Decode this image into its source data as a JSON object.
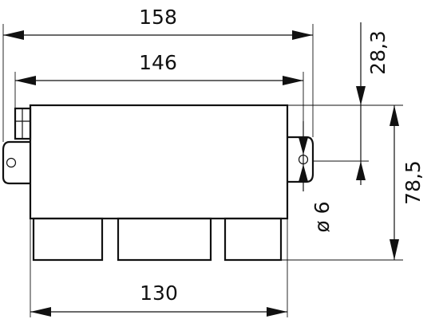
{
  "dimensions": {
    "overall_width": "158",
    "body_width": "146",
    "connector_span": "130",
    "hole_offset": "28,3",
    "overall_height": "78,5",
    "hole_diameter": "ø 6"
  },
  "colors": {
    "line": "#111111",
    "background": "#ffffff"
  }
}
